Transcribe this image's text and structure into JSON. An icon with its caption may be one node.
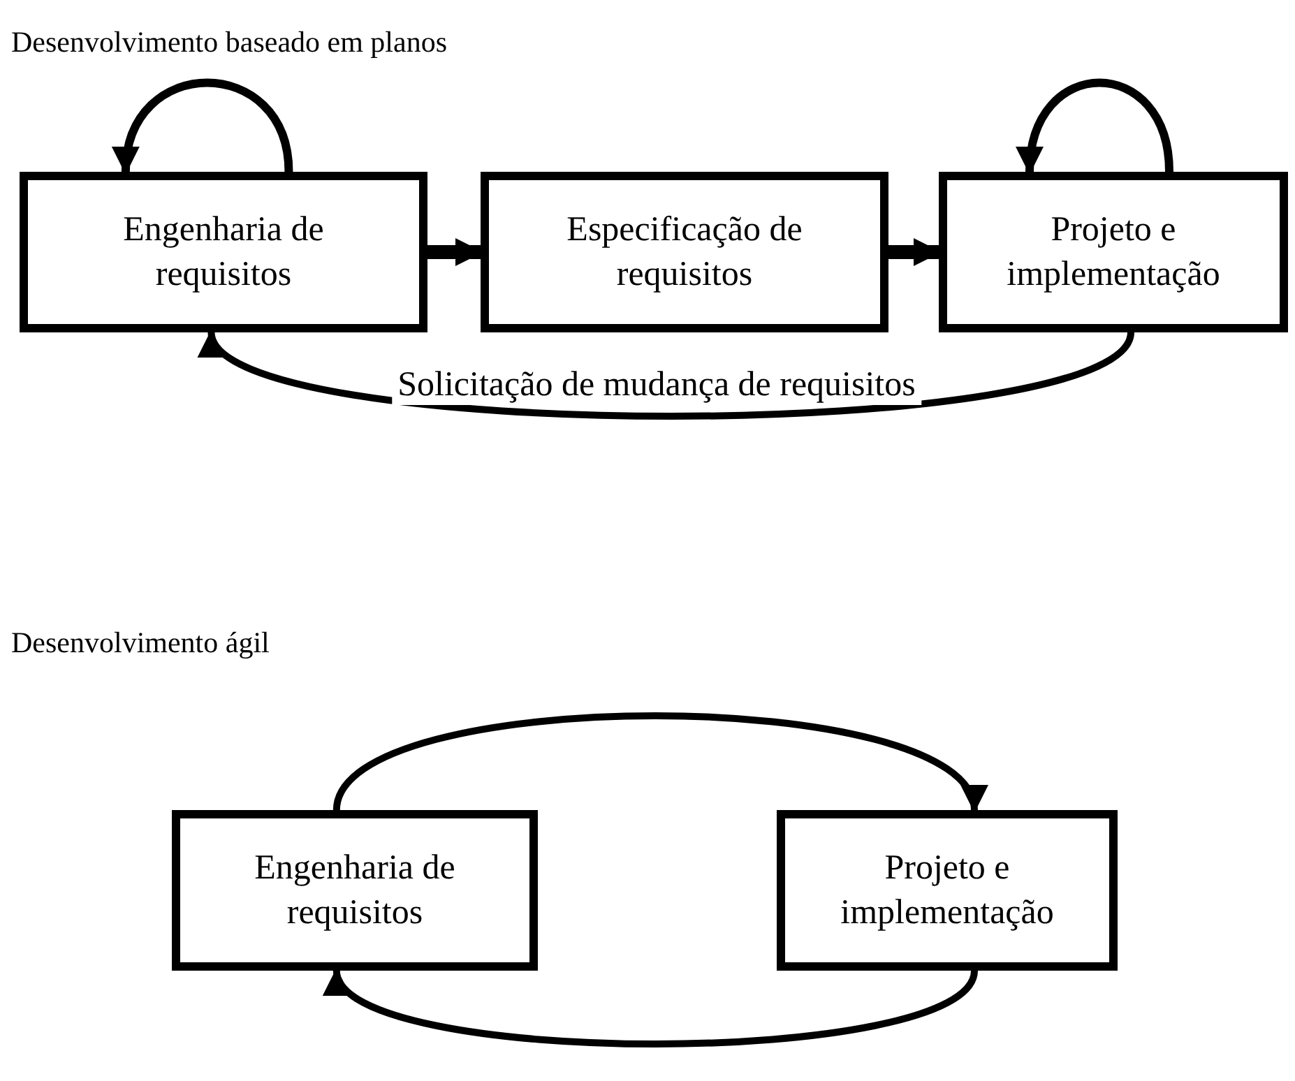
{
  "diagram": {
    "title": "Desenvolvimento baseado em planos",
    "nodes": [
      {
        "text": [
          "Engenharia de requisitos"
        ]
      },
      {
        "text": [
          "Especificação de requisitos"
        ]
      },
      {
        "text": [
          "Projeto e implementação"
        ]
      },
      {
        "text": [
          "Engenharia de requisitos"
        ]
      },
      {
        "text": [
          "Projeto e implementação"
        ]
      }
    ],
    "edges": [
      {
        "from": 0,
        "to": 0,
        "arrow": "to"
      },
      {
        "from": 0,
        "to": 1,
        "arrow": "to"
      },
      {
        "from": 1,
        "to": 2,
        "arrow": "to"
      },
      {
        "from": 2,
        "to": 2,
        "arrow": "to"
      },
      {
        "from": 2,
        "to": 0,
        "arrow": "to",
        "label": "Solicitação de mudança de requisitos"
      },
      {
        "from": 3,
        "to": 4,
        "arrow": "to"
      },
      {
        "from": 4,
        "to": 3,
        "arrow": "to"
      }
    ],
    "labels": [
      "Desenvolvimento ágil"
    ]
  }
}
